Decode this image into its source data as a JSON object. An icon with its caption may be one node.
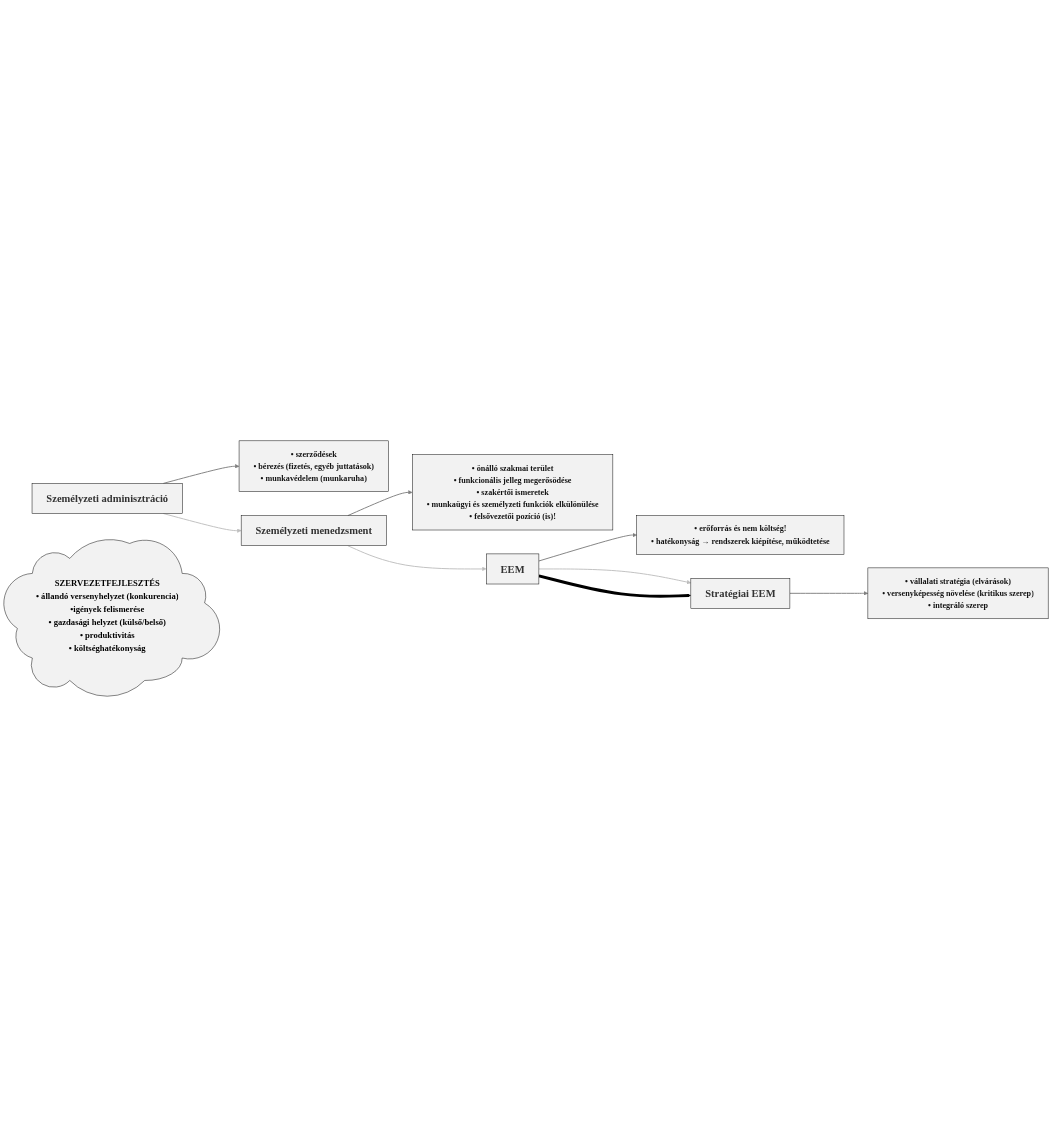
{
  "diagram": {
    "nodes": [
      {
        "text": [
          "Személyzeti adminisztráció"
        ]
      },
      {
        "text": [
          "• szerződések",
          "• bérezés (fizetés, egyéb juttatások)",
          "• munkavédelem (munkaruha)"
        ]
      },
      {
        "text": [
          "Személyzeti menedzsment"
        ]
      },
      {
        "text": [
          "• önálló szakmai terület",
          "• funkcionális jelleg megerősödése",
          "• szakértői ismeretek",
          "• munkaügyi és személyzeti funkciók elkülönülése",
          "• felsővezetői pozíció (is)!"
        ]
      },
      {
        "text": [
          "EEM"
        ]
      },
      {
        "text": [
          "• erőforrás és nem költség!",
          "• hatékonyság → rendszerek kiépítése, működtetése"
        ]
      },
      {
        "text": [
          "Stratégiai EEM"
        ]
      },
      {
        "text": [
          "• vállalati stratégia (elvárások)",
          "• versenyképesség növelése (kritikus szerep)",
          "• integráló szerep"
        ]
      },
      {
        "text": [
          "SZERVEZETFEJLESZTÉS",
          "• állandó versenyhelyzet (konkurencia)",
          "•igények felismerése",
          "• gazdasági helyzet (külső/belső)",
          "• produktivitás",
          "• költséghatékonyság"
        ]
      }
    ],
    "edges": [
      {
        "from": 0,
        "to": 1,
        "arrow": "to"
      },
      {
        "from": 0,
        "to": 2,
        "arrow": "to",
        "color": "#bfbfbf"
      },
      {
        "from": 2,
        "to": 3,
        "arrow": "to"
      },
      {
        "from": 2,
        "to": 4,
        "arrow": "to",
        "color": "#bfbfbf"
      },
      {
        "from": 4,
        "to": 5,
        "arrow": "to"
      },
      {
        "from": 4,
        "to": 6,
        "arrow": "to",
        "color": "#bfbfbf"
      },
      {
        "from": 4,
        "to": 6,
        "arrow": "to",
        "style": "thick",
        "color": "#000000"
      },
      {
        "from": 6,
        "to": 7,
        "arrow": "to"
      }
    ]
  }
}
